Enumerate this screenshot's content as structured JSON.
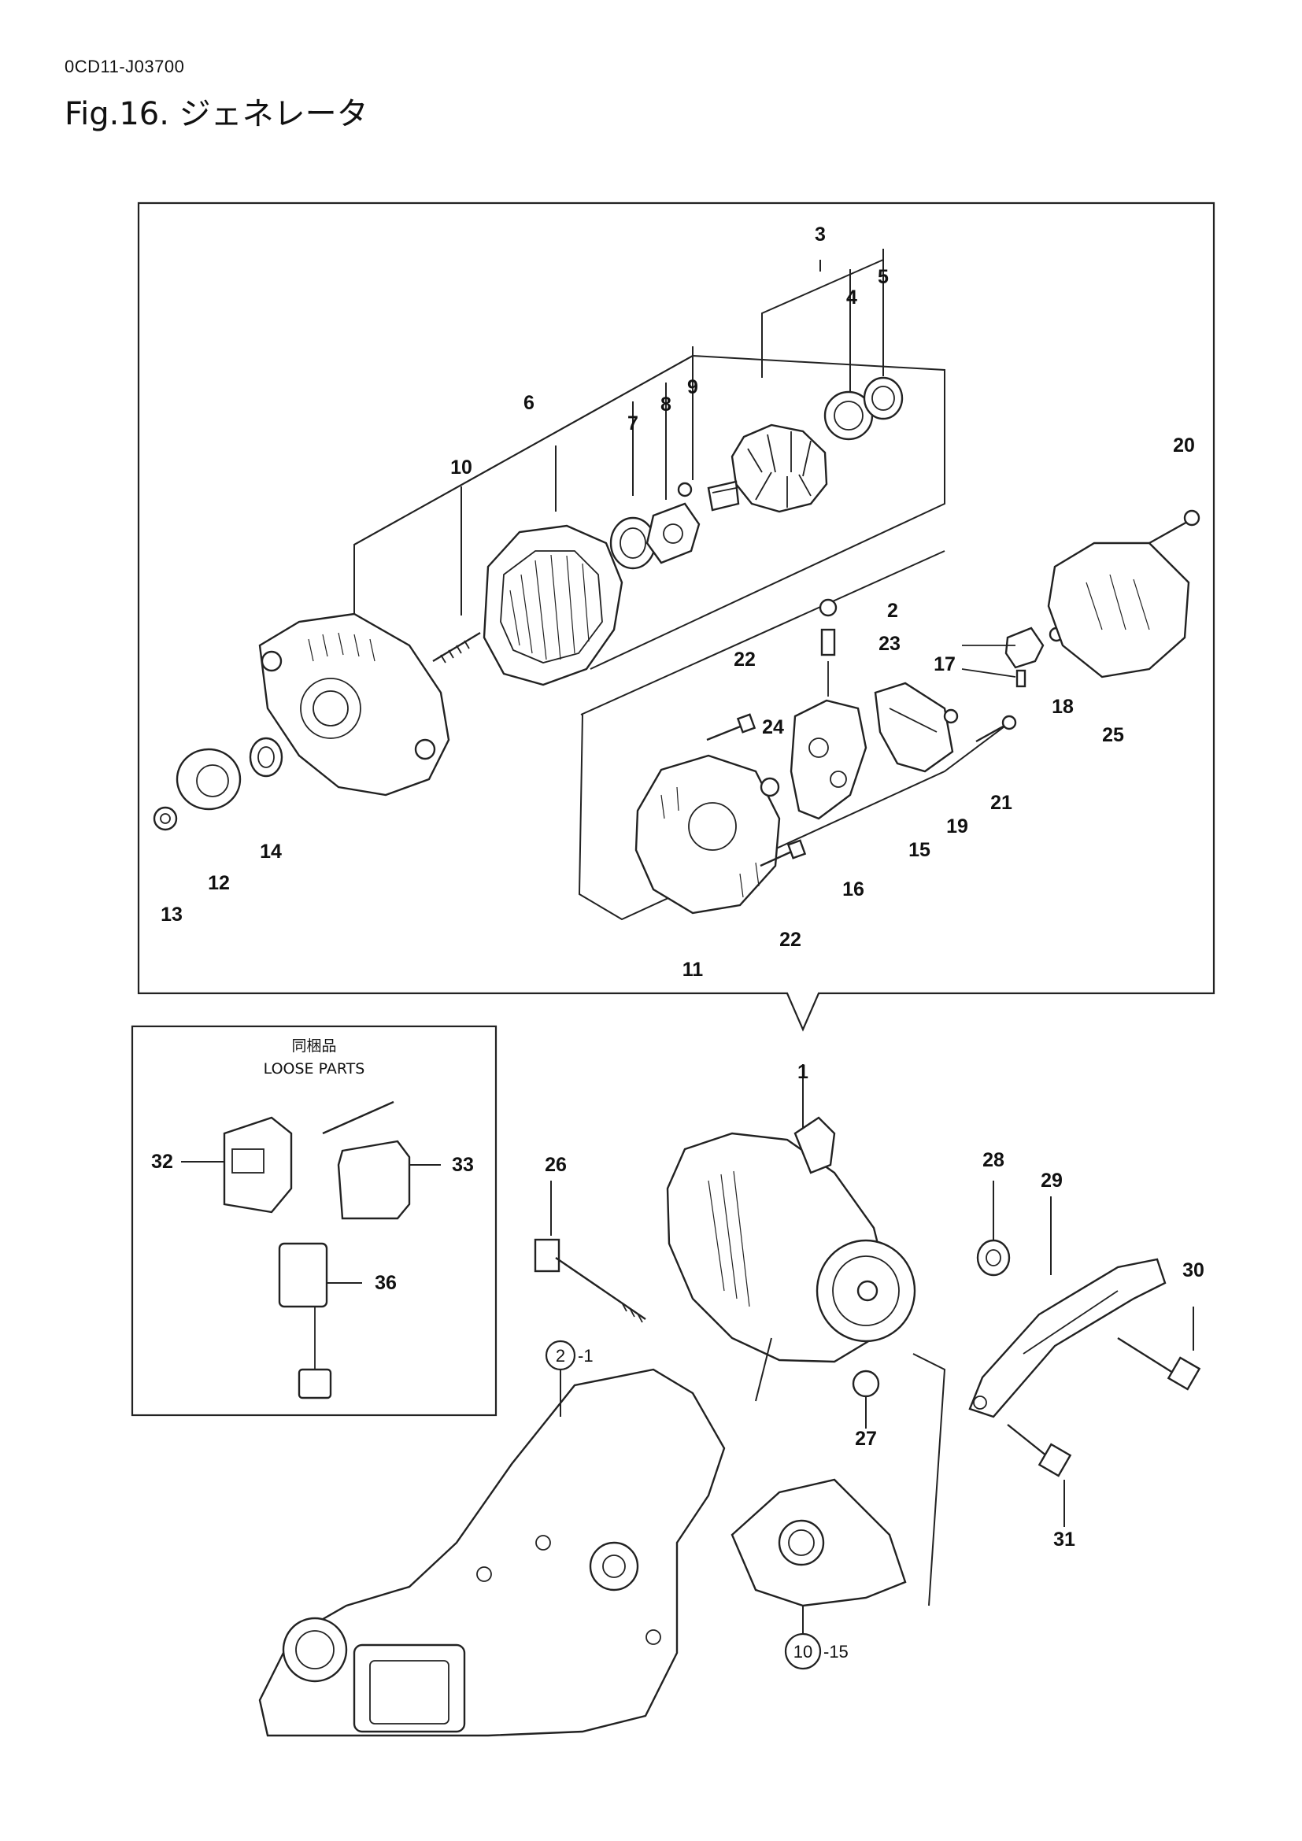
{
  "header": {
    "doc_code": "0CD11-J03700",
    "fig_title": "Fig.16.  ジェネレータ"
  },
  "loose_parts_box": {
    "title_jp": "同梱品",
    "title_en": "LOOSE PARTS"
  },
  "callouts": {
    "c1": "1",
    "c2": "2",
    "c3": "3",
    "c4": "4",
    "c5": "5",
    "c6": "6",
    "c7": "7",
    "c8": "8",
    "c9": "9",
    "c10": "10",
    "c11": "11",
    "c12": "12",
    "c13": "13",
    "c14": "14",
    "c15": "15",
    "c16": "16",
    "c17": "17",
    "c18": "18",
    "c19": "19",
    "c20": "20",
    "c21": "21",
    "c22a": "22",
    "c22b": "22",
    "c23": "23",
    "c24": "24",
    "c25": "25",
    "c26": "26",
    "c27": "27",
    "c28": "28",
    "c29": "29",
    "c30": "30",
    "c31": "31",
    "c32": "32",
    "c33": "33",
    "c36": "36"
  },
  "ref_marks": {
    "ref_a_circle": "2",
    "ref_a_suffix": "-1",
    "ref_b_circle": "10",
    "ref_b_suffix": "-15"
  }
}
